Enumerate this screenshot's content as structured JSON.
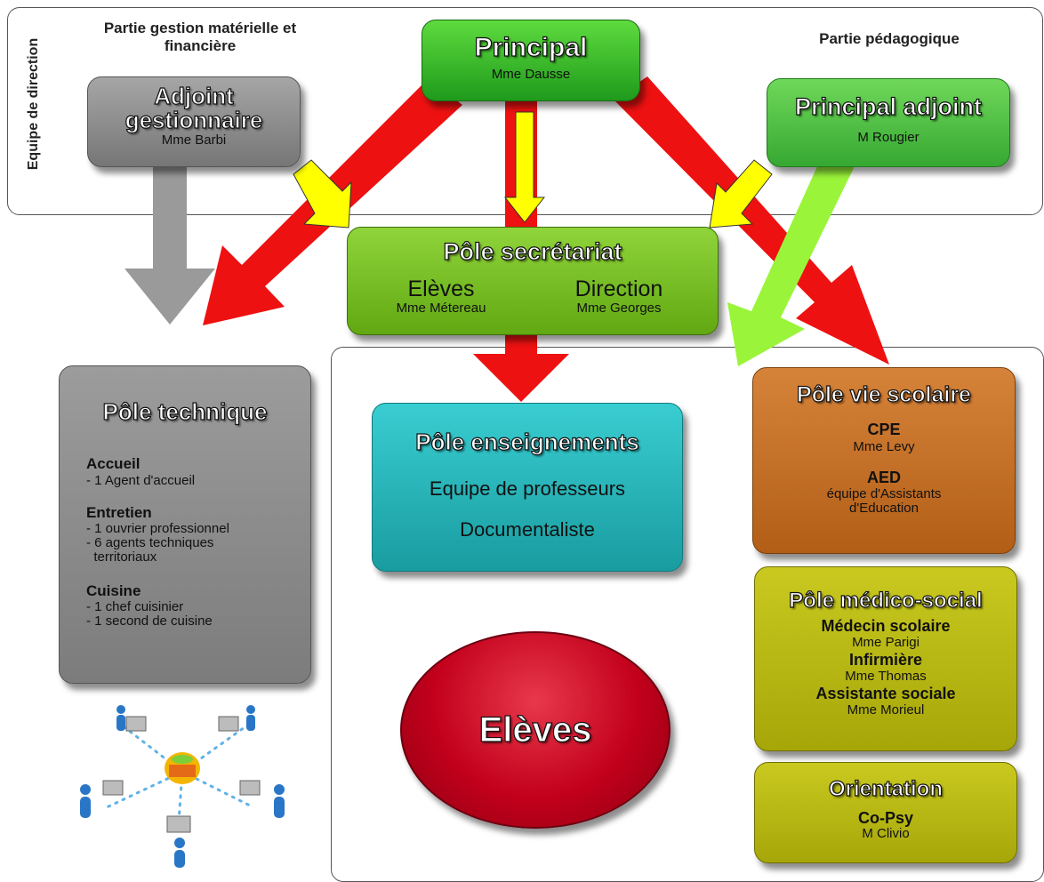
{
  "headers": {
    "side_label": "Equipe de direction",
    "left": "Partie gestion matérielle et financière",
    "right": "Partie pédagogique"
  },
  "principal": {
    "title": "Principal",
    "name": "Mme Dausse"
  },
  "adjoint_gestionnaire": {
    "title": "Adjoint gestionnaire",
    "name": "Mme Barbi"
  },
  "principal_adjoint": {
    "title": "Principal adjoint",
    "name": "M Rougier"
  },
  "secretariat": {
    "title": "Pôle secrétariat",
    "left_label": "Elèves",
    "left_name": "Mme Métereau",
    "right_label": "Direction",
    "right_name": "Mme Georges"
  },
  "technique": {
    "title": "Pôle technique",
    "sections": [
      {
        "heading": "Accueil",
        "items": [
          "- 1 Agent d'accueil"
        ]
      },
      {
        "heading": "Entretien",
        "items": [
          "- 1 ouvrier professionnel",
          "- 6 agents techniques",
          "  territoriaux"
        ]
      },
      {
        "heading": "Cuisine",
        "items": [
          "- 1 chef cuisinier",
          "- 1 second de cuisine"
        ]
      }
    ]
  },
  "enseignements": {
    "title": "Pôle enseignements",
    "line1": "Equipe de professeurs",
    "line2": "Documentaliste"
  },
  "eleves": {
    "label": "Elèves"
  },
  "vie_scolaire": {
    "title": "Pôle vie scolaire",
    "cpe_label": "CPE",
    "cpe_name": "Mme Levy",
    "aed_label": "AED",
    "aed_desc1": "équipe d'Assistants",
    "aed_desc2": "d'Education"
  },
  "medico_social": {
    "title": "Pôle médico-social",
    "roles": [
      {
        "role": "Médecin scolaire",
        "name": "Mme Parigi"
      },
      {
        "role": "Infirmière",
        "name": "Mme Thomas"
      },
      {
        "role": "Assistante sociale",
        "name": "Mme Morieul"
      }
    ]
  },
  "orientation": {
    "title": "Orientation",
    "role": "Co-Psy",
    "name": "M Clivio"
  },
  "colors": {
    "red_arrow": "#ee1111",
    "yellow_arrow": "#ffff00",
    "gray_arrow": "#9a9a9a",
    "green_arrow": "#9af53a",
    "principal": "#2fb82c",
    "adjoint": "#8a8a8a",
    "secretariat": "#7ac31a",
    "enseignements": "#2ab8bb",
    "vie_scolaire": "#c2691f",
    "medico": "#b5b50e",
    "eleves": "#c2001b"
  },
  "icons": [
    "network-illustration-icon"
  ]
}
